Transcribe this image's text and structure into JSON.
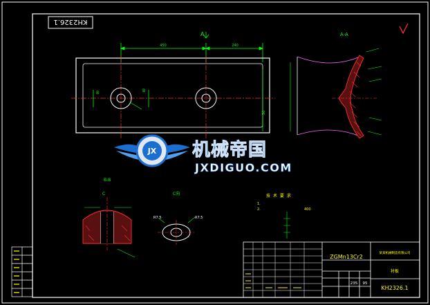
{
  "drawing_number_top": "KH2326.1",
  "section_a_label": "A",
  "section_aa_label": "A-A",
  "section_b_label_left": "B",
  "section_b_label_right": "B",
  "section_bb_label": "B-B",
  "detail_c_marker": "C",
  "detail_c_label": "C向",
  "dimension_450": "450",
  "dimension_240": "240",
  "dimension_30": "30",
  "radius_left": "R7.5",
  "radius_right": "R7.5",
  "tech_requirements_title": "技 术 要 求",
  "tech_items": [
    "1.",
    "2.",
    "400"
  ],
  "material": "ZGMn13Cr2",
  "company": "某某机械制造有限公司",
  "part_name": "衬板",
  "drawing_number_bottom": "KH2326.1",
  "scale_values": [
    "235",
    "95"
  ],
  "watermark_cn": "机械帝国",
  "watermark_en": "JXDIGUO.COM",
  "watermark_badge": "JX",
  "colors": {
    "background": "#000000",
    "frame": "#ffffff",
    "outline": "#ffffff",
    "dimension": "#00ff00",
    "centerline": "#ff3030",
    "hatch": "#ff3030",
    "text_yellow": "#ffff00",
    "watermark_blue": "#1a6fd0"
  }
}
